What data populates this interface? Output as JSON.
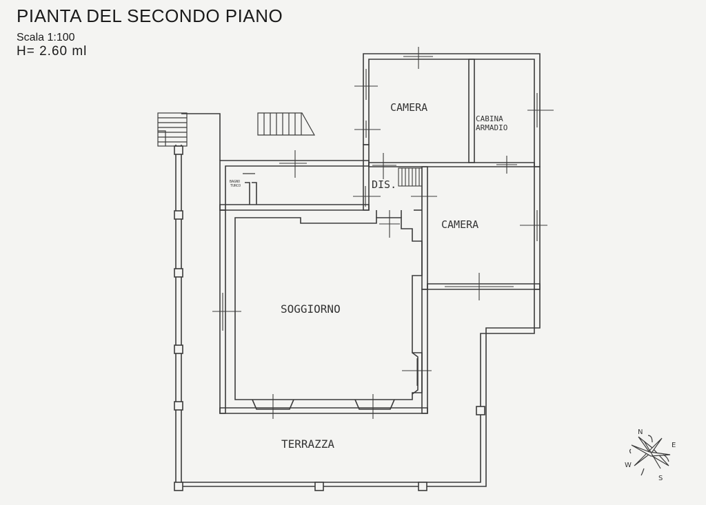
{
  "header": {
    "title": "PIANTA DEL SECONDO PIANO",
    "scale": "Scala 1:100",
    "height": "H= 2.60 ml"
  },
  "rooms": {
    "camera_top": "CAMERA",
    "cabina_line1": "CABINA",
    "cabina_line2": "ARMADIO",
    "bagno_line1": "BAGNO",
    "bagno_line2": "TURCO",
    "dis": "DIS.",
    "camera_right": "CAMERA",
    "soggiorno": "SOGGIORNO",
    "terrazza": "TERRAZZA"
  },
  "compass": {
    "n": "N",
    "e": "E",
    "s": "S",
    "w": "W"
  },
  "colors": {
    "line": "#3a3a3a",
    "paper": "#f4f4f2"
  }
}
